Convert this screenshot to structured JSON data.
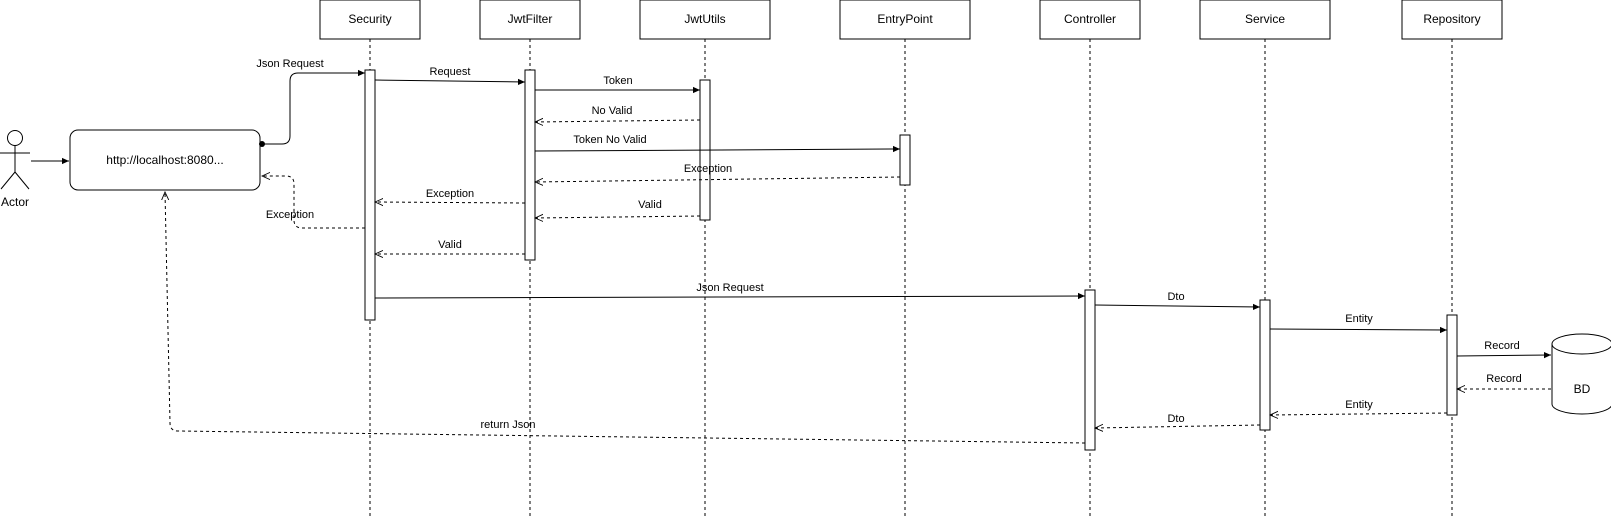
{
  "actor": {
    "label": "Actor"
  },
  "client": {
    "label": "http://localhost:8080..."
  },
  "database": {
    "label": "BD"
  },
  "lifelines": [
    {
      "id": "security",
      "title": "Security"
    },
    {
      "id": "jwtfilter",
      "title": "JwtFilter"
    },
    {
      "id": "jwtutils",
      "title": "JwtUtils"
    },
    {
      "id": "entrypoint",
      "title": "EntryPoint"
    },
    {
      "id": "controller",
      "title": "Controller"
    },
    {
      "id": "service",
      "title": "Service"
    },
    {
      "id": "repository",
      "title": "Repository"
    }
  ],
  "messages": [
    {
      "id": "client-json-request",
      "label": "Json Request",
      "from": "client",
      "to": "security",
      "style": "solid"
    },
    {
      "id": "security-request",
      "label": "Request",
      "from": "security",
      "to": "jwtfilter",
      "style": "solid"
    },
    {
      "id": "jwtfilter-token",
      "label": "Token",
      "from": "jwtfilter",
      "to": "jwtutils",
      "style": "solid"
    },
    {
      "id": "jwtutils-no-valid",
      "label": "No Valid",
      "from": "jwtutils",
      "to": "jwtfilter",
      "style": "dashed"
    },
    {
      "id": "jwtfilter-token-no-valid",
      "label": "Token No Valid",
      "from": "jwtfilter",
      "to": "entrypoint",
      "style": "solid"
    },
    {
      "id": "entrypoint-exception",
      "label": "Exception",
      "from": "entrypoint",
      "to": "jwtfilter",
      "style": "dashed"
    },
    {
      "id": "jwtfilter-exception",
      "label": "Exception",
      "from": "jwtfilter",
      "to": "security",
      "style": "dashed"
    },
    {
      "id": "jwtutils-valid",
      "label": "Valid",
      "from": "jwtutils",
      "to": "jwtfilter",
      "style": "dashed"
    },
    {
      "id": "security-exception-client",
      "label": "Exception",
      "from": "security",
      "to": "client",
      "style": "dashed"
    },
    {
      "id": "jwtfilter-valid",
      "label": "Valid",
      "from": "jwtfilter",
      "to": "security",
      "style": "dashed"
    },
    {
      "id": "security-json-request",
      "label": "Json Request",
      "from": "security",
      "to": "controller",
      "style": "solid"
    },
    {
      "id": "controller-dto",
      "label": "Dto",
      "from": "controller",
      "to": "service",
      "style": "solid"
    },
    {
      "id": "service-entity",
      "label": "Entity",
      "from": "service",
      "to": "repository",
      "style": "solid"
    },
    {
      "id": "repository-record",
      "label": "Record",
      "from": "repository",
      "to": "database",
      "style": "solid"
    },
    {
      "id": "database-record",
      "label": "Record",
      "from": "database",
      "to": "repository",
      "style": "dashed"
    },
    {
      "id": "repository-entity",
      "label": "Entity",
      "from": "repository",
      "to": "service",
      "style": "dashed"
    },
    {
      "id": "service-dto",
      "label": "Dto",
      "from": "service",
      "to": "controller",
      "style": "dashed"
    },
    {
      "id": "controller-return-json",
      "label": "return Json",
      "from": "controller",
      "to": "client",
      "style": "dashed"
    }
  ]
}
